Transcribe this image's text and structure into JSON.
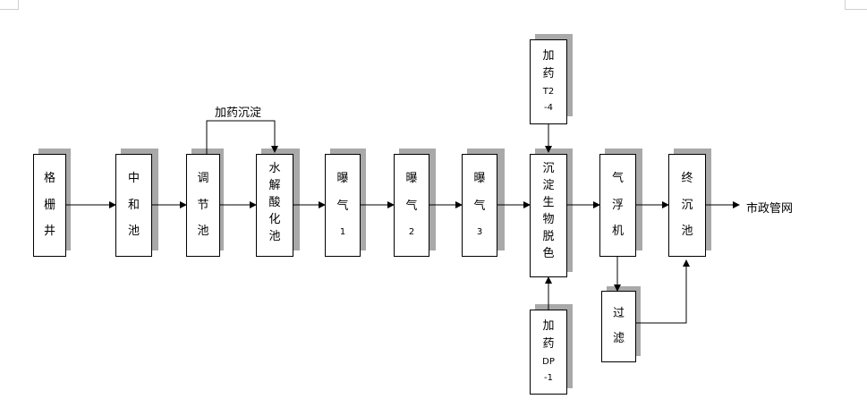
{
  "nodes": {
    "grid_well": [
      "格",
      "栅",
      "井"
    ],
    "neutralization": [
      "中",
      "和",
      "池"
    ],
    "equalization": [
      "调",
      "节",
      "池"
    ],
    "hydrolysis": [
      "水",
      "解",
      "酸",
      "化",
      "池"
    ],
    "aeration_1": [
      "曝",
      "气",
      "1"
    ],
    "aeration_2": [
      "曝",
      "气",
      "2"
    ],
    "aeration_3": [
      "曝",
      "气",
      "3"
    ],
    "bio_decolor": [
      "沉",
      "淀",
      "生",
      "物",
      "脱",
      "色"
    ],
    "air_flotation": [
      "气",
      "浮",
      "机"
    ],
    "final_tank": [
      "终",
      "沉",
      "池"
    ],
    "filtration": [
      "过",
      "滤"
    ],
    "dosing_t2": [
      "加",
      "药",
      "T2",
      "-4"
    ],
    "dosing_dp": [
      "加",
      "药",
      "DP",
      "-1"
    ]
  },
  "labels": {
    "dosing_settling": "加药沉淀",
    "municipal_network": "市政管网"
  }
}
